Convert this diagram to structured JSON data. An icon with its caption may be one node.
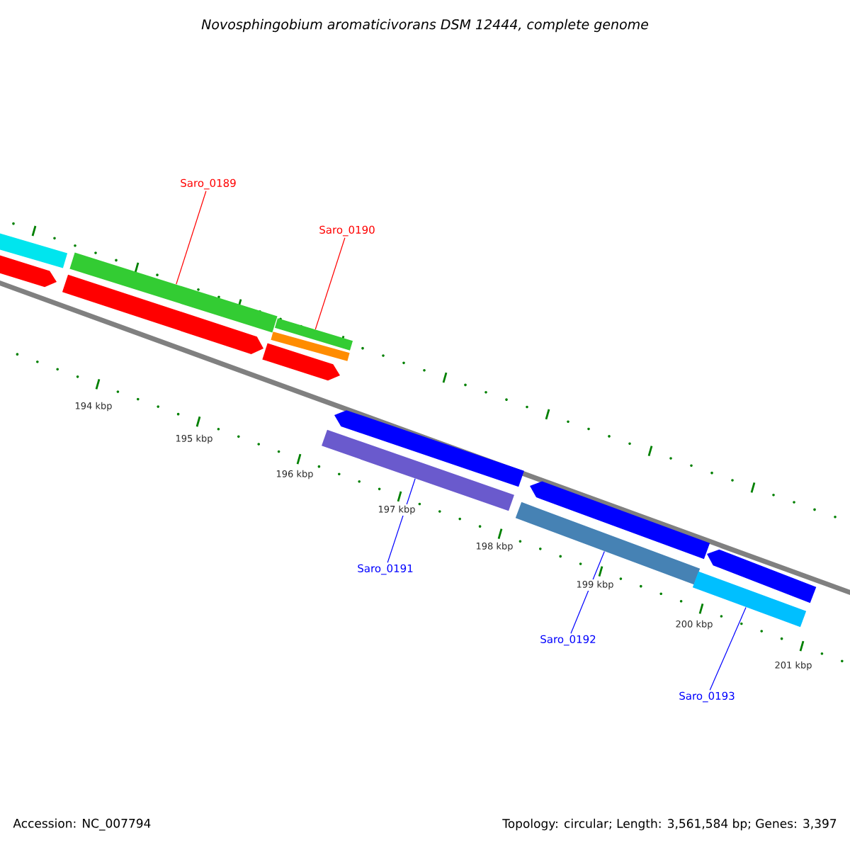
{
  "diagram": {
    "title": "Novosphingobium aromaticivorans DSM 12444, complete genome",
    "nodes": [
      {
        "text": [
          "Saro_0189"
        ]
      },
      {
        "text": [],
        "shape": "bar"
      },
      {
        "text": [],
        "shape": "arrow"
      },
      {
        "text": [],
        "shape": "bar"
      },
      {
        "text": [],
        "shape": "arrow"
      },
      {
        "text": [
          "Saro_0190"
        ]
      },
      {
        "text": [],
        "shape": "bar"
      },
      {
        "text": [],
        "shape": "bar"
      },
      {
        "text": [],
        "shape": "arrow"
      },
      {
        "text": [],
        "shape": "arrow"
      },
      {
        "text": [],
        "shape": "bar"
      },
      {
        "text": [
          "Saro_0191"
        ]
      },
      {
        "text": [],
        "shape": "arrow"
      },
      {
        "text": [],
        "shape": "bar"
      },
      {
        "text": [
          "Saro_0192"
        ]
      },
      {
        "text": [],
        "shape": "arrow"
      },
      {
        "text": [],
        "shape": "bar"
      },
      {
        "text": [
          "Saro_0193"
        ]
      }
    ],
    "edges": [
      {
        "from": 0,
        "to": 3,
        "arrow": "none",
        "color": "#ff0000"
      },
      {
        "from": 5,
        "to": 6,
        "arrow": "none",
        "color": "#ff0000"
      },
      {
        "from": 11,
        "to": 10,
        "arrow": "none",
        "color": "#0000ff"
      },
      {
        "from": 14,
        "to": 13,
        "arrow": "none",
        "color": "#0000ff"
      },
      {
        "from": 17,
        "to": 16,
        "arrow": "none",
        "color": "#0000ff"
      }
    ],
    "labels": [
      "194 kbp",
      "195 kbp",
      "196 kbp",
      "197 kbp",
      "198 kbp",
      "199 kbp",
      "200 kbp",
      "201 kbp",
      "Accession: NC_007794",
      "Topology: circular; Length: 3,561,584 bp; Genes: 3,397"
    ]
  }
}
